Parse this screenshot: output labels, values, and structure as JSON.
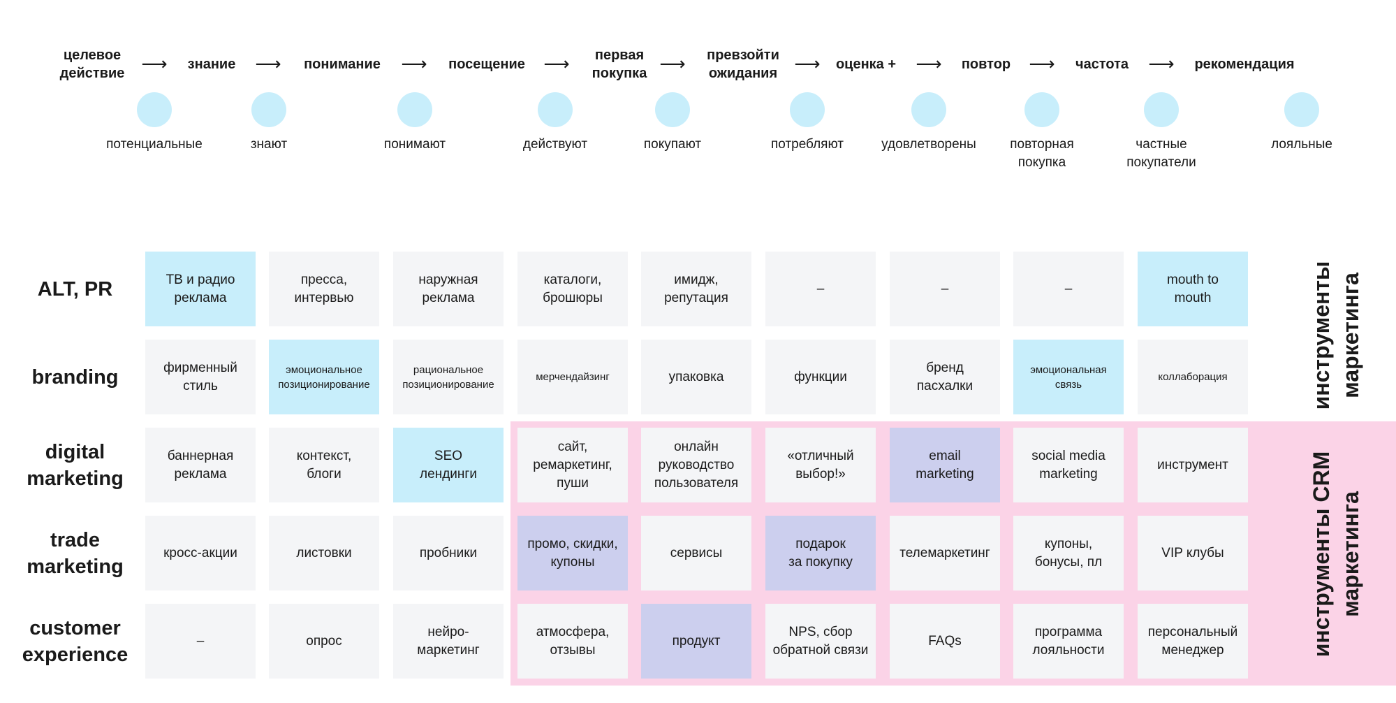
{
  "funnel": {
    "steps": [
      "целевое\nдействие",
      "знание",
      "понимание",
      "посещение",
      "первая\nпокупка",
      "превзойти\nожидания",
      "оценка +",
      "повтор",
      "частота",
      "рекомендация"
    ],
    "arrow_glyph": "⟶",
    "stages": [
      "потенциальные",
      "знают",
      "понимают",
      "действуют",
      "покупают",
      "потребляют",
      "удовлетворены",
      "повторная\nпокупка",
      "частные\nпокупатели",
      "лояльные"
    ]
  },
  "matrix": {
    "rows": [
      {
        "label": "ALT, PR",
        "cells": [
          {
            "text": "ТВ и радио\nреклама",
            "color": "blue"
          },
          {
            "text": "пресса,\nинтервью",
            "color": "gray"
          },
          {
            "text": "наружная\nреклама",
            "color": "gray"
          },
          {
            "text": "каталоги,\nброшюры",
            "color": "gray"
          },
          {
            "text": "имидж,\nрепутация",
            "color": "gray"
          },
          {
            "text": "–",
            "color": "gray"
          },
          {
            "text": "–",
            "color": "gray"
          },
          {
            "text": "–",
            "color": "gray"
          },
          {
            "text": "mouth to\nmouth",
            "color": "blue"
          }
        ]
      },
      {
        "label": "branding",
        "cells": [
          {
            "text": "фирменный\nстиль",
            "color": "gray"
          },
          {
            "text": "эмоциональное\nпозиционирование",
            "color": "blue",
            "small": true
          },
          {
            "text": "рациональное\nпозиционирование",
            "color": "gray",
            "small": true
          },
          {
            "text": "мерчендайзинг",
            "color": "gray",
            "small": true
          },
          {
            "text": "упаковка",
            "color": "gray"
          },
          {
            "text": "функции",
            "color": "gray"
          },
          {
            "text": "бренд\nпасхалки",
            "color": "gray"
          },
          {
            "text": "эмоциональная\nсвязь",
            "color": "blue",
            "small": true
          },
          {
            "text": "коллаборация",
            "color": "gray",
            "small": true
          }
        ]
      },
      {
        "label": "digital\nmarketing",
        "cells": [
          {
            "text": "баннерная\nреклама",
            "color": "gray"
          },
          {
            "text": "контекст,\nблоги",
            "color": "gray"
          },
          {
            "text": "SEO\nлендинги",
            "color": "blue"
          },
          {
            "text": "сайт,\nремаркетинг,\nпуши",
            "color": "gray"
          },
          {
            "text": "онлайн\nруководство\nпользователя",
            "color": "gray"
          },
          {
            "text": "«отличный\nвыбор!»",
            "color": "gray"
          },
          {
            "text": "email\nmarketing",
            "color": "purple"
          },
          {
            "text": "social media\nmarketing",
            "color": "gray"
          },
          {
            "text": "инструмент",
            "color": "gray"
          }
        ]
      },
      {
        "label": "trade\nmarketing",
        "cells": [
          {
            "text": "кросс-акции",
            "color": "gray"
          },
          {
            "text": "листовки",
            "color": "gray"
          },
          {
            "text": "пробники",
            "color": "gray"
          },
          {
            "text": "промо, скидки,\nкупоны",
            "color": "purple"
          },
          {
            "text": "сервисы",
            "color": "gray"
          },
          {
            "text": "подарок\nза покупку",
            "color": "purple"
          },
          {
            "text": "телемаркетинг",
            "color": "gray"
          },
          {
            "text": "купоны,\nбонусы, пл",
            "color": "gray"
          },
          {
            "text": "VIP клубы",
            "color": "gray"
          }
        ]
      },
      {
        "label": "customer\nexperience",
        "cells": [
          {
            "text": "–",
            "color": "gray"
          },
          {
            "text": "опрос",
            "color": "gray"
          },
          {
            "text": "нейро-\nмаркетинг",
            "color": "gray"
          },
          {
            "text": "атмосфера,\nотзывы",
            "color": "gray"
          },
          {
            "text": "продукт",
            "color": "purple"
          },
          {
            "text": "NPS, сбор\nобратной связи",
            "color": "gray"
          },
          {
            "text": "FAQs",
            "color": "gray"
          },
          {
            "text": "программа\nлояльности",
            "color": "gray"
          },
          {
            "text": "персональный\nменеджер",
            "color": "gray"
          }
        ]
      }
    ]
  },
  "side_labels": {
    "marketing_tools": "инструменты\nмаркетинга",
    "crm_tools": "инструменты CRM\nмаркетинга"
  },
  "colors": {
    "blue": "#c8eefb",
    "purple": "#cccfee",
    "gray": "#f4f5f7",
    "pink": "#fbd3e7"
  }
}
